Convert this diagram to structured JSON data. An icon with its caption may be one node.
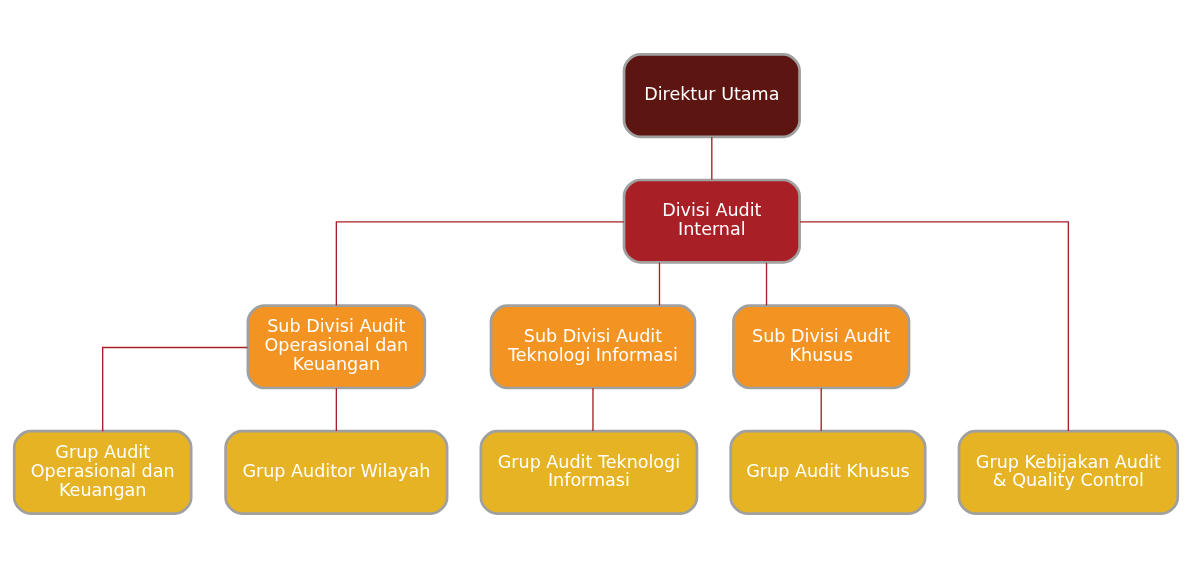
{
  "diagram": {
    "nodes": [
      {
        "text": [
          "Direktur Utama"
        ]
      },
      {
        "text": [
          "Divisi Audit Internal"
        ]
      },
      {
        "text": [
          "Sub Divisi Audit Operasional dan Keuangan"
        ]
      },
      {
        "text": [
          "Sub Divisi Audit Teknologi Informasi"
        ]
      },
      {
        "text": [
          "Sub Divisi Audit Khusus"
        ]
      },
      {
        "text": [
          "Grup Audit Operasional dan Keuangan"
        ]
      },
      {
        "text": [
          "Grup Auditor Wilayah"
        ]
      },
      {
        "text": [
          "Grup Audit Teknologi Informasi"
        ]
      },
      {
        "text": [
          "Grup Audit Khusus"
        ]
      },
      {
        "text": [
          "Grup Kebijakan Audit & Quality Control"
        ]
      }
    ],
    "edges": [
      {
        "from": 0,
        "to": 1,
        "arrow": "none"
      },
      {
        "from": 1,
        "to": 2,
        "arrow": "none"
      },
      {
        "from": 1,
        "to": 3,
        "arrow": "none"
      },
      {
        "from": 1,
        "to": 4,
        "arrow": "none"
      },
      {
        "from": 1,
        "to": 9,
        "arrow": "none"
      },
      {
        "from": 2,
        "to": 5,
        "arrow": "none"
      },
      {
        "from": 2,
        "to": 6,
        "arrow": "none"
      },
      {
        "from": 3,
        "to": 7,
        "arrow": "none"
      },
      {
        "from": 4,
        "to": 8,
        "arrow": "none"
      }
    ]
  }
}
